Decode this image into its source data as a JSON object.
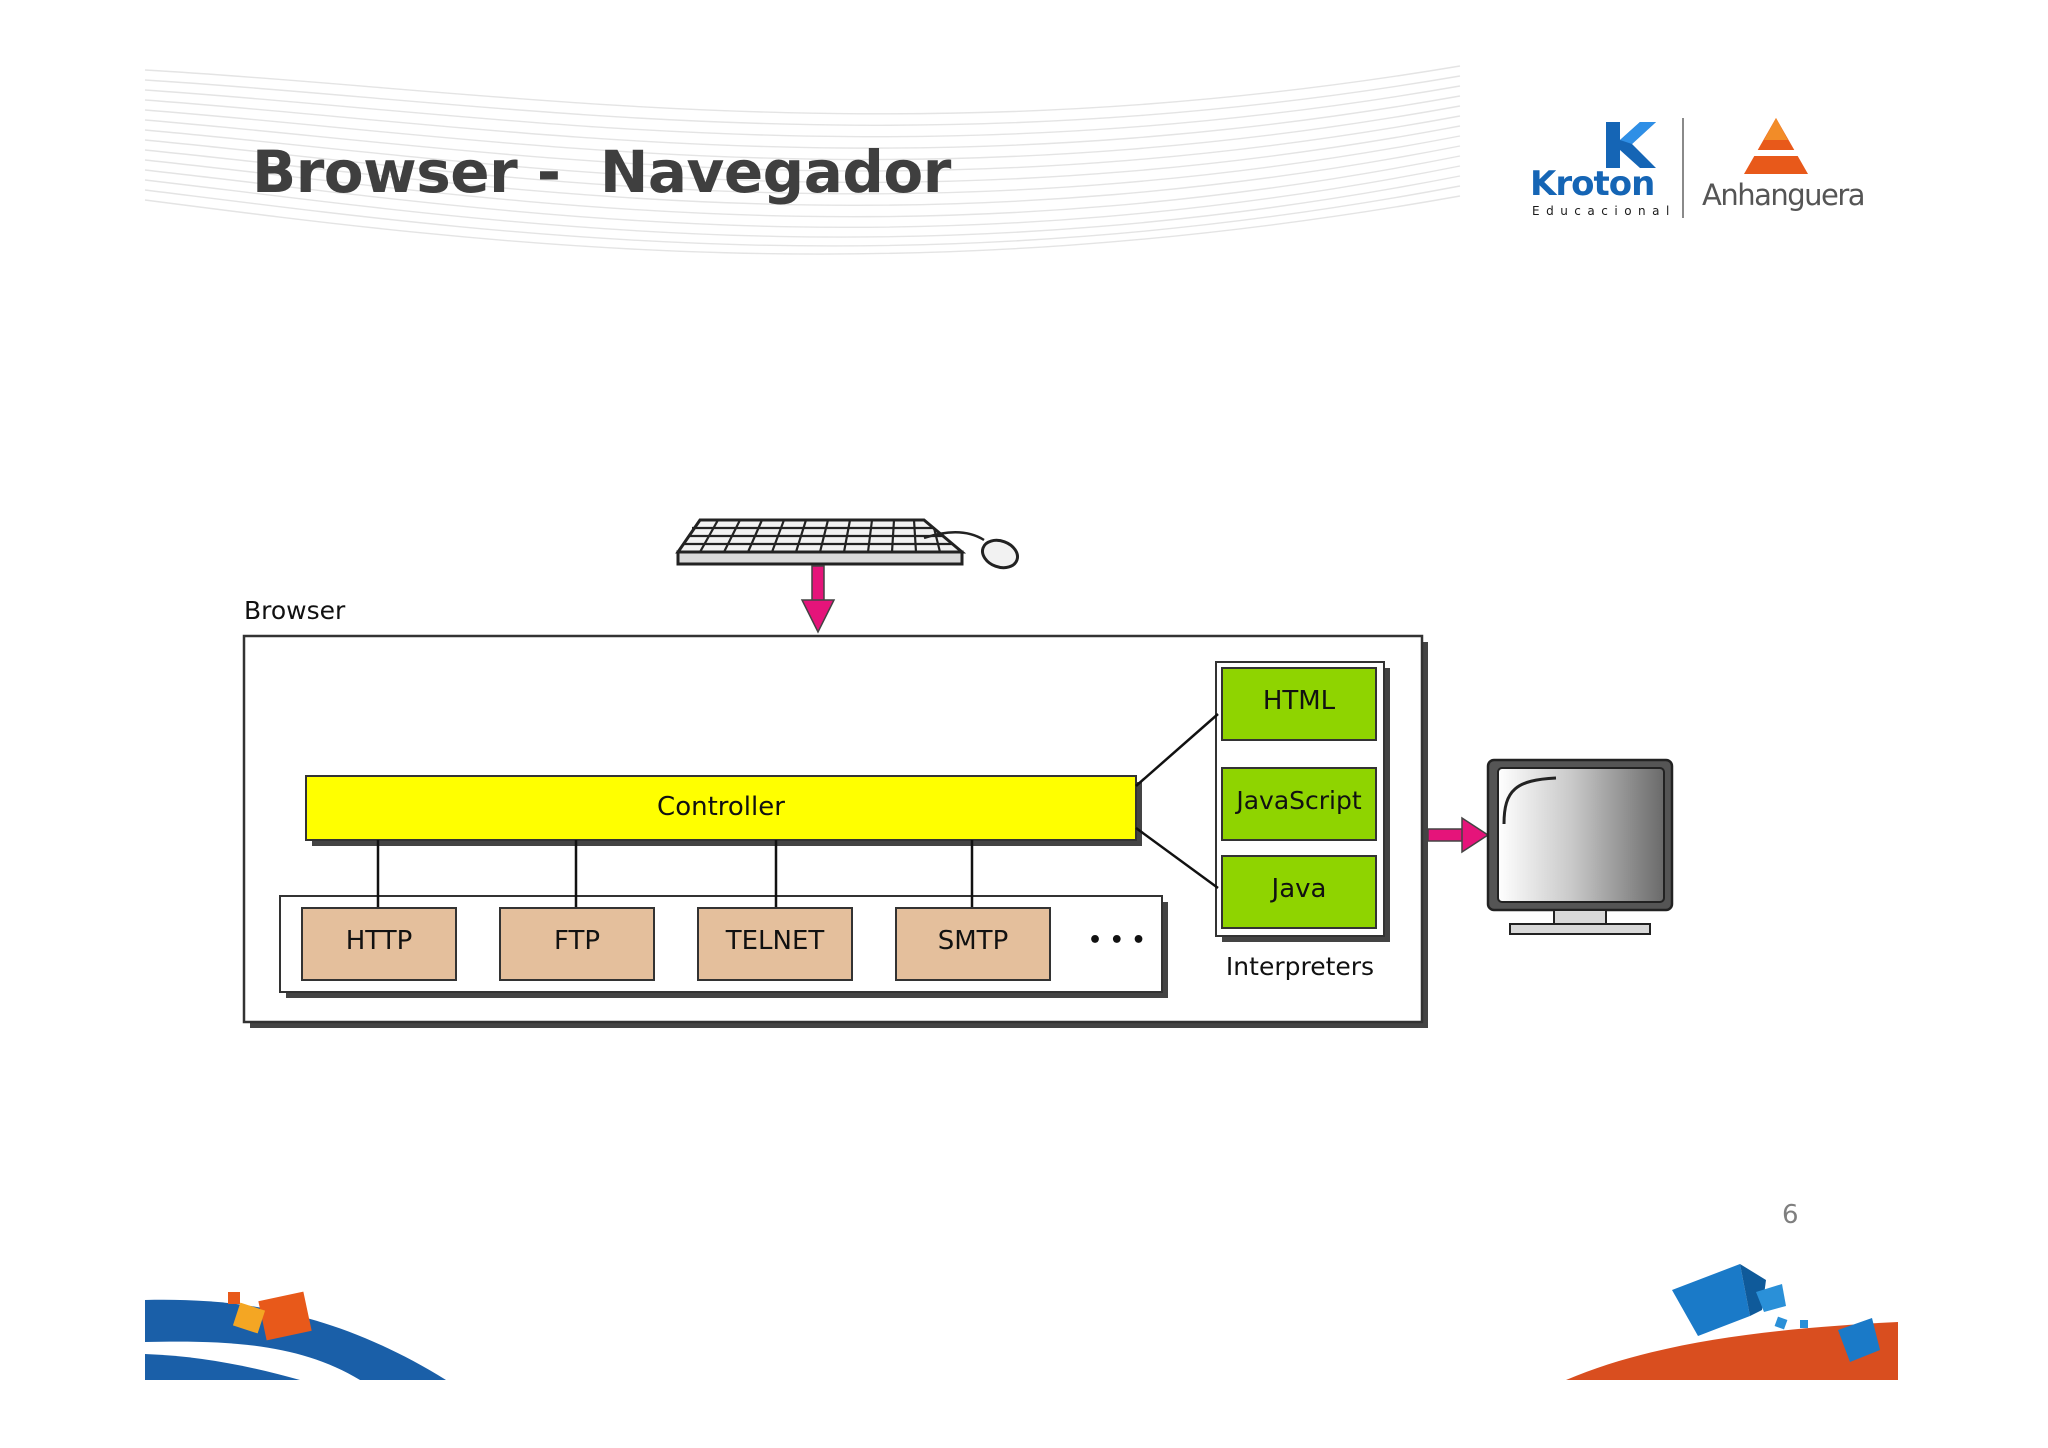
{
  "slide": {
    "title": "Browser -  Navegador",
    "page_number": "6"
  },
  "logos": {
    "kroton": {
      "word": "Kroton",
      "subtitle": "Educacional",
      "color": "#1565b5"
    },
    "anhanguera": {
      "word": "Anhanguera",
      "color": "#e8591a"
    }
  },
  "diagram": {
    "browser_label": "Browser",
    "controller_label": "Controller",
    "protocols": [
      "HTTP",
      "FTP",
      "TELNET",
      "SMTP"
    ],
    "protocols_more": "• • •",
    "interpreters": [
      "HTML",
      "JavaScript",
      "Java"
    ],
    "interpreters_label": "Interpreters",
    "colors": {
      "controller": "#ffff00",
      "protocol": "#e4bf9c",
      "interpreter": "#8fd400",
      "arrow": "#e5147a"
    },
    "icons": {
      "input": "keyboard-icon",
      "input_extra": "mouse-icon",
      "output": "monitor-icon"
    }
  }
}
